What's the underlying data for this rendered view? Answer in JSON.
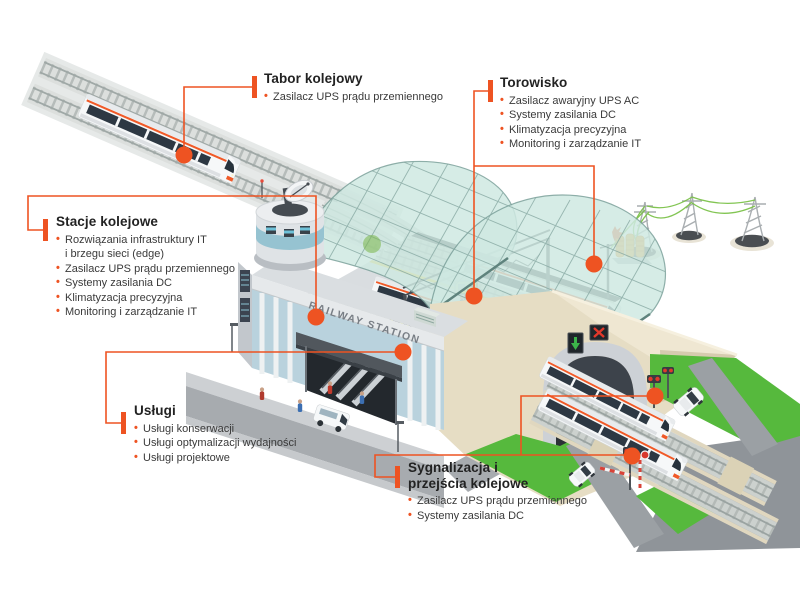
{
  "accent_color": "#EE5322",
  "grass_color": "#56B93D",
  "illustration": {
    "station_sign": "RAILWAY STATION"
  },
  "callouts": [
    {
      "id": "tabor-kolejowy",
      "title": "Tabor kolejowy",
      "bullets": [
        "Zasilacz UPS prądu przemiennego"
      ]
    },
    {
      "id": "torowisko",
      "title": "Torowisko",
      "bullets": [
        "Zasilacz awaryjny UPS AC",
        "Systemy zasilania DC",
        "Klimatyzacja precyzyjna",
        "Monitoring i zarządzanie IT"
      ]
    },
    {
      "id": "stacje-kolejowe",
      "title": "Stacje kolejowe",
      "bullets": [
        "Rozwiązania infrastruktury IT",
        "i brzegu sieci (edge)",
        "Zasilacz UPS prądu przemiennego",
        "Systemy zasilania DC",
        "Klimatyzacja precyzyjna",
        "Monitoring i zarządzanie IT"
      ]
    },
    {
      "id": "uslugi",
      "title": "Usługi",
      "bullets": [
        "Usługi konserwacji",
        "Usługi optymalizacji wydajności",
        "Usługi projektowe"
      ]
    },
    {
      "id": "sygnalizacja",
      "title": "Sygnalizacja i przejścia kolejowe",
      "bullets": [
        "Zasilacz UPS prądu przemiennego",
        "Systemy zasilania DC"
      ]
    }
  ]
}
